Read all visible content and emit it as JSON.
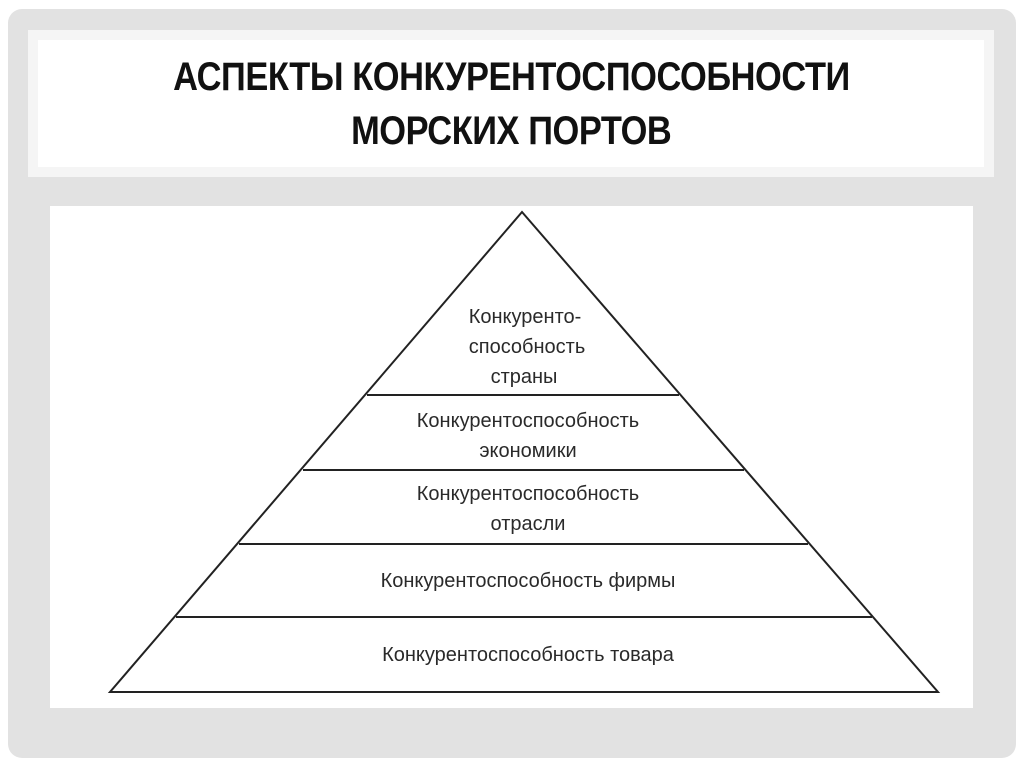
{
  "slide": {
    "title_lines": [
      "АСПЕКТЫ КОНКУРЕНТОСПОСОБНОСТИ",
      "МОРСКИХ ПОРТОВ"
    ]
  },
  "pyramid": {
    "levels": [
      {
        "lines": [
          "Конкуренто-",
          "способность",
          "страны"
        ]
      },
      {
        "lines": [
          "Конкурентоспособность",
          "экономики"
        ]
      },
      {
        "lines": [
          "Конкурентоспособность",
          "отрасли"
        ]
      },
      {
        "lines": [
          "Конкурентоспособность фирмы"
        ]
      },
      {
        "lines": [
          "Конкурентоспособность товара"
        ]
      }
    ]
  },
  "colors": {
    "frame": "#e2e2e2",
    "line": "#222222",
    "text": "#2a2a2a"
  }
}
